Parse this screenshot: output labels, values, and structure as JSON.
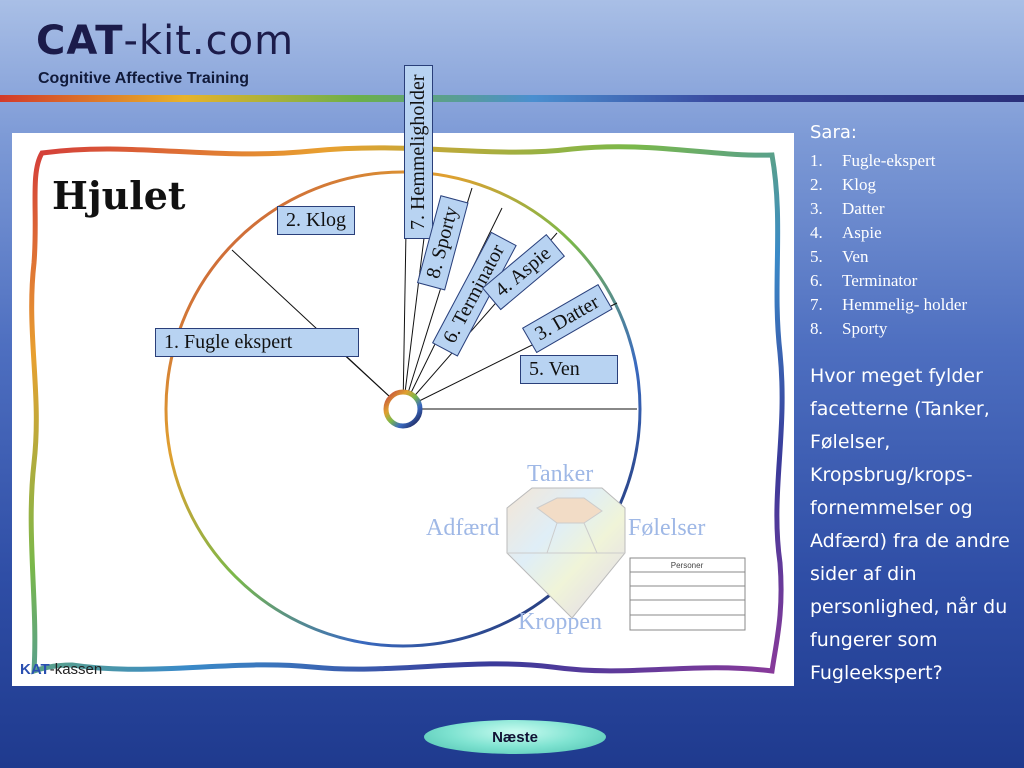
{
  "header": {
    "logo_cat": "CAT",
    "logo_rest": "-kit.com",
    "subtitle": "Cognitive Affective Training"
  },
  "slide": {
    "title": "Hjulet",
    "boxes": [
      "1. Fugle ekspert",
      "2. Klog",
      "3. Datter",
      "4. Aspie",
      "5. Ven",
      "6. Terminator",
      "7. Hemmeligholder",
      "8. Sporty"
    ],
    "facets": {
      "top": "Tanker",
      "left": "Adfærd",
      "right": "Følelser",
      "bottom": "Kroppen"
    },
    "personer_label": "Personer",
    "footer_brand_a": "KAT",
    "footer_brand_b": "-kassen"
  },
  "sidebar": {
    "name": "Sara:",
    "items": [
      {
        "num": "1.",
        "label": "Fugle-ekspert"
      },
      {
        "num": "2.",
        "label": "Klog"
      },
      {
        "num": "3.",
        "label": "Datter"
      },
      {
        "num": "4.",
        "label": "Aspie"
      },
      {
        "num": "5.",
        "label": "Ven"
      },
      {
        "num": "6.",
        "label": "Terminator"
      },
      {
        "num": "7.",
        "label": "Hemmelig- holder"
      },
      {
        "num": "8.",
        "label": "Sporty"
      }
    ],
    "question": "Hvor meget fylder facetterne (Tanker, Følelser, Kropsbrug/krops-fornemmelser og Adfærd) fra de andre sider af din personlighed, når du fungerer som Fugleekspert?"
  },
  "nav": {
    "next_label": "Næste"
  }
}
